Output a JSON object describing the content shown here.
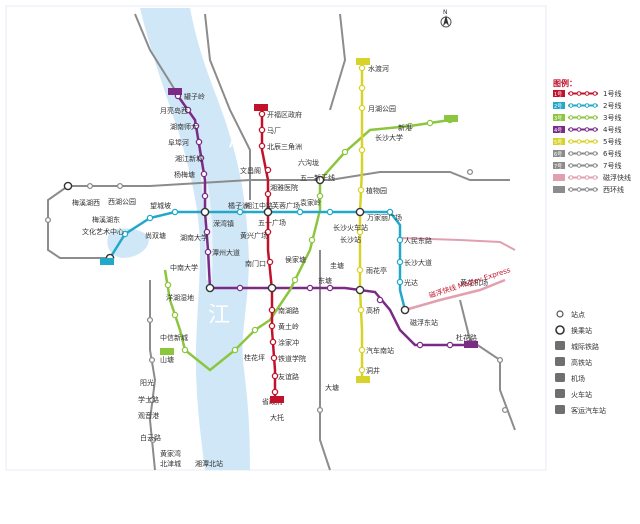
{
  "river_labels": [
    "湘",
    "江"
  ],
  "compass": "N",
  "legend": {
    "title": "图例：",
    "lines": [
      {
        "badge": "1号",
        "name": "1号线",
        "color": "#c0122b"
      },
      {
        "badge": "2号",
        "name": "2号线",
        "color": "#22a8c8"
      },
      {
        "badge": "3号",
        "name": "3号线",
        "color": "#8cc63f"
      },
      {
        "badge": "4号",
        "name": "4号线",
        "color": "#7b2a86"
      },
      {
        "badge": "5号",
        "name": "5号线",
        "color": "#d8d22a"
      },
      {
        "badge": "6号",
        "name": "6号线",
        "color": "#8c8c8c"
      },
      {
        "badge": "7号",
        "name": "7号线",
        "color": "#8c8c8c"
      },
      {
        "badge": "",
        "name": "磁浮快线",
        "color": "#e0a0b0"
      },
      {
        "badge": "",
        "name": "西环线",
        "color": "#8c8c8c"
      }
    ],
    "symbols": [
      {
        "name": "站点",
        "icon": "station-dot-icon"
      },
      {
        "name": "换乘站",
        "icon": "transfer-station-icon"
      },
      {
        "name": "城际铁路",
        "icon": "intercity-rail-icon"
      },
      {
        "name": "高铁站",
        "icon": "high-speed-rail-icon"
      },
      {
        "name": "机场",
        "icon": "airport-icon"
      },
      {
        "name": "火车站",
        "icon": "train-station-icon"
      },
      {
        "name": "客运汽车站",
        "icon": "bus-station-icon"
      }
    ]
  },
  "stations": {
    "s1": "开福区政府",
    "s2": "马厂",
    "s3": "北辰三角洲",
    "s4": "文昌阁",
    "s5": "五一广场",
    "s6": "黄兴广场",
    "s7": "南门口",
    "s8": "侯家塘",
    "s9": "南湖路",
    "s10": "黄土岭",
    "s11": "涂家冲",
    "s12": "铁道学院",
    "s13": "友谊路",
    "s14": "省政府",
    "s15": "桂花坪",
    "s16": "大托",
    "s17": "中信新城",
    "s18": "尚双塘",
    "s19": "梅溪湖东",
    "s20": "望城坡",
    "s21": "溁湾镇",
    "s22": "橘子洲",
    "s23": "湘江中路",
    "s24": "芙蓉广场",
    "s25": "袁家岭",
    "s26": "长沙火车站",
    "s27": "万家丽广场",
    "s28": "人民东路",
    "s29": "长沙大道",
    "s30": "光达",
    "s31": "磁浮东站",
    "s32": "黄花机场",
    "s33": "杜花路",
    "s34": "罐子岭",
    "s35": "月亮岛西",
    "s36": "湖南师大",
    "s37": "阜埠河",
    "s38": "湘江新城",
    "s39": "杨梅塘",
    "s40": "潭州大道",
    "s41": "洋湖湿地",
    "s42": "山塘",
    "s43": "阳光",
    "s44": "学士路",
    "s45": "观音港",
    "s46": "白云路",
    "s47": "黄家湾",
    "s48": "北津城",
    "s49": "湘潭北站",
    "s50": "水渡河",
    "s51": "月湖公园",
    "s52": "长沙大学",
    "s53": "植物园",
    "s54": "雨花亭",
    "s55": "高桥",
    "s56": "汽车南站",
    "s57": "洞井",
    "s58": "大塘",
    "s59": "新港",
    "s60": "梅溪湖西",
    "s61": "西湖公园",
    "s62": "文化艺术中心",
    "s63": "长沙站",
    "s64": "圭塘",
    "s65": "东塘",
    "s66": "中南大学",
    "s67": "湖南大学",
    "s68": "六沟垅",
    "s69": "湘雅医院",
    "s70": "五一新干线"
  },
  "maglev_label": "磁浮快线 Maglev Express",
  "watermark": "微信号: WhatsNewInChangsha"
}
